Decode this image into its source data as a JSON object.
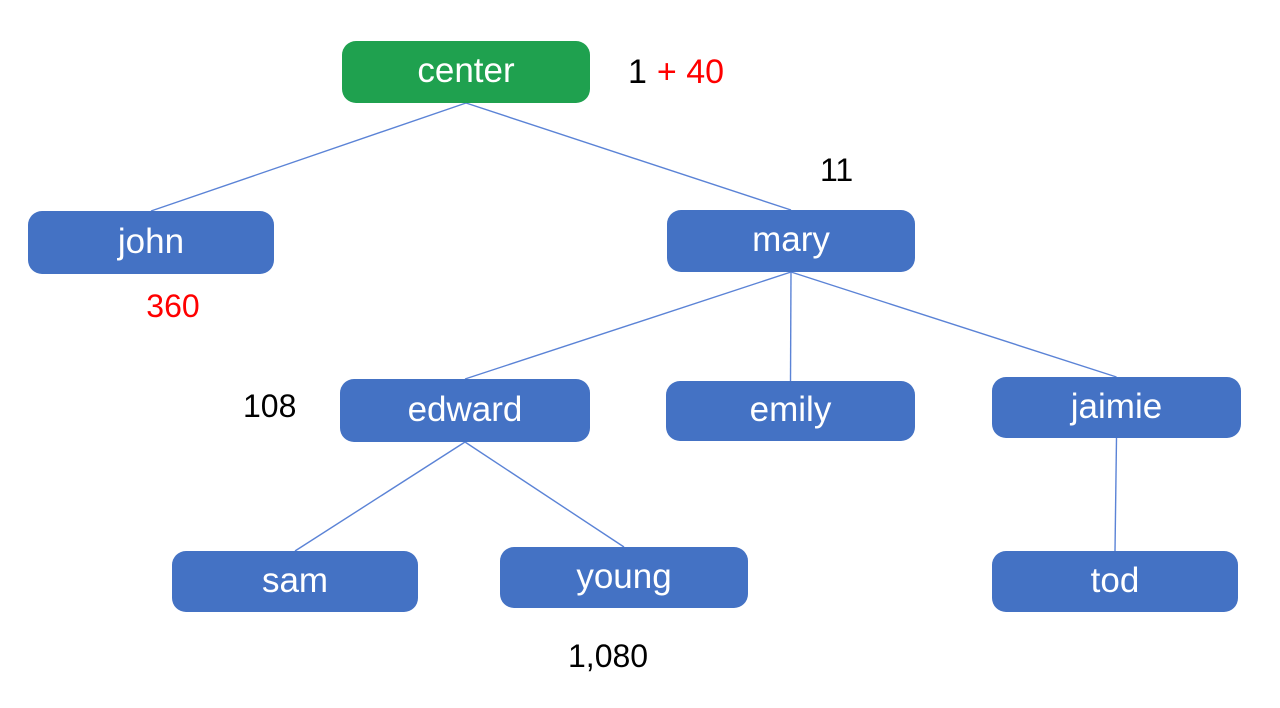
{
  "diagram": {
    "type": "tree",
    "title": "family tree with multiplication annotations",
    "colors": {
      "root_node_fill": "#1FA14F",
      "node_fill": "#4472C4",
      "node_text": "#FFFFFF",
      "connector": "#5B83D6",
      "annotation_black": "#000000",
      "annotation_red": "#FF0000",
      "background": "#FFFFFF"
    },
    "nodes": {
      "center": {
        "label": "center",
        "fill": "#1FA14F"
      },
      "john": {
        "label": "john",
        "fill": "#4472C4"
      },
      "mary": {
        "label": "mary",
        "fill": "#4472C4"
      },
      "edward": {
        "label": "edward",
        "fill": "#4472C4"
      },
      "emily": {
        "label": "emily",
        "fill": "#4472C4"
      },
      "jaimie": {
        "label": "jaimie",
        "fill": "#4472C4"
      },
      "sam": {
        "label": "sam",
        "fill": "#4472C4"
      },
      "young": {
        "label": "young",
        "fill": "#4472C4"
      },
      "tod": {
        "label": "tod",
        "fill": "#4472C4"
      }
    },
    "edges": [
      {
        "from": "center",
        "to": "john"
      },
      {
        "from": "center",
        "to": "mary"
      },
      {
        "from": "mary",
        "to": "edward"
      },
      {
        "from": "mary",
        "to": "emily"
      },
      {
        "from": "mary",
        "to": "jaimie"
      },
      {
        "from": "edward",
        "to": "sam"
      },
      {
        "from": "edward",
        "to": "young"
      },
      {
        "from": "jaimie",
        "to": "tod"
      }
    ],
    "annotations": {
      "root_calc_black": "1",
      "root_calc_red": "+ 40",
      "mary_above": "11",
      "john_below": "360",
      "edward_left": "108",
      "young_below": "1,080"
    }
  }
}
